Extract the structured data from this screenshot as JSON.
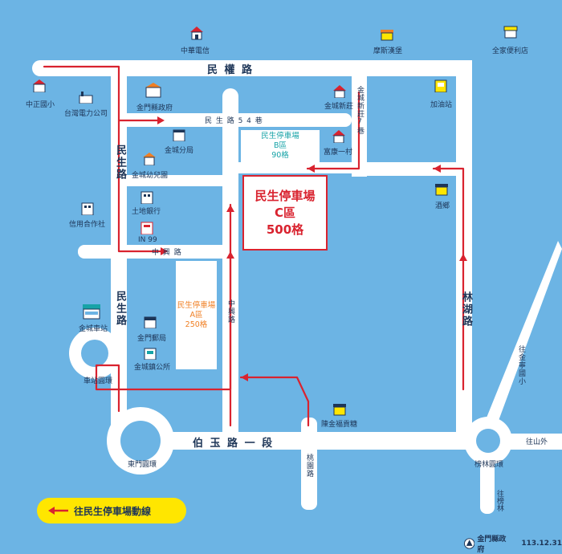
{
  "roads": {
    "minquan": "民 權 路",
    "minsheng54": "民 生 路 5 4 巷",
    "minsheng_v1": "民生路",
    "minsheng_v2": "民生路",
    "zhongxing": "中 興 路",
    "zhongxing_v": "中興路",
    "jincheng_lane7": "金城新莊7巷",
    "linhu": "林湖路",
    "boyu": "伯 玉 路 一 段",
    "taoyuan": "桃園路",
    "to_jinsha": "往金寧國小",
    "to_shanwai": "往山外",
    "to_bangzhuang": "往榜林"
  },
  "places": {
    "cht": "中華電信",
    "mos": "摩斯漢堡",
    "familymart": "全家便利店",
    "zhongzheng": "中正國小",
    "taipower": "台灣電力公司",
    "county_gov": "金門縣政府",
    "jincheng_xinzhuang": "金城新莊",
    "gas": "加油站",
    "police": "金城分局",
    "kindergarten": "金城幼兒園",
    "fukang": "富康一村",
    "land_bank": "土地銀行",
    "in99": "IN 99",
    "credit_coop": "信用合作社",
    "wine": "酒鄉",
    "bus_station": "金城車站",
    "post": "金門郵局",
    "town_office": "金城鎮公所",
    "station_roundabout": "車站圓環",
    "east_gate_roundabout": "東門圓環",
    "bangzhuang_roundabout": "榜林圓環",
    "chen_jin_fu": "陳金福貢糖"
  },
  "lots": {
    "a_title": "民生停車場",
    "a_zone": "A區",
    "a_spaces": "250格",
    "b_title": "民生停車場",
    "b_zone": "B區",
    "b_spaces": "90格",
    "c_title": "民生停車場",
    "c_zone": "C區",
    "c_spaces": "500格"
  },
  "legend": {
    "text": "往民生停車場動線"
  },
  "footer": {
    "logo_text": "金門縣政府",
    "date": "113.12.31"
  },
  "colors": {
    "background": "#6cb4e4",
    "road": "#ffffff",
    "route": "#d9232f",
    "lot_a": "#f07f23",
    "lot_b": "#17a3a7",
    "lot_c": "#d9232f",
    "legend_bg": "#ffe600"
  }
}
